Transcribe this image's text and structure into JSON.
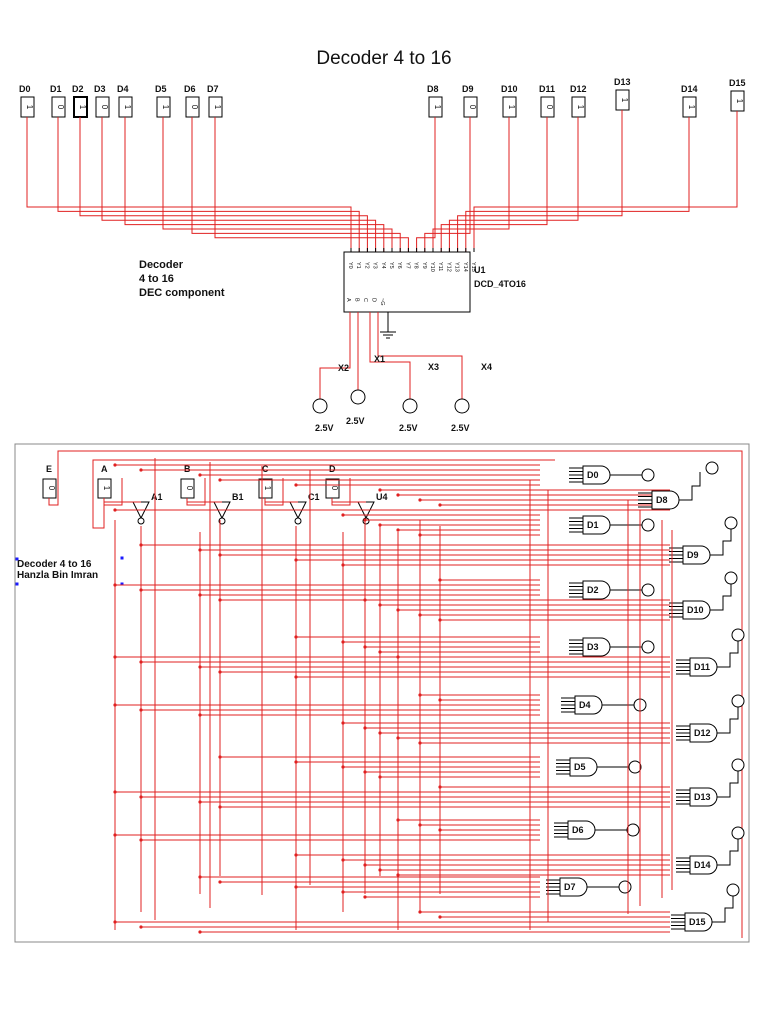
{
  "title": "Decoder 4 to 16",
  "colors": {
    "wire": "#e02020",
    "line": "#000000",
    "frame": "#888888",
    "selection": "#1a1aff"
  },
  "top": {
    "inputs": [
      {
        "label": "D0",
        "value": "1"
      },
      {
        "label": "D1",
        "value": "0"
      },
      {
        "label": "D2",
        "value": "1"
      },
      {
        "label": "D3",
        "value": "0"
      },
      {
        "label": "D4",
        "value": "1"
      },
      {
        "label": "D5",
        "value": "1"
      },
      {
        "label": "D6",
        "value": "0"
      },
      {
        "label": "D7",
        "value": "1"
      },
      {
        "label": "D8",
        "value": "1"
      },
      {
        "label": "D9",
        "value": "0"
      },
      {
        "label": "D10",
        "value": "1"
      },
      {
        "label": "D11",
        "value": "0"
      },
      {
        "label": "D12",
        "value": "1"
      },
      {
        "label": "D13",
        "value": "1"
      },
      {
        "label": "D14",
        "value": "1"
      },
      {
        "label": "D15",
        "value": "1"
      }
    ],
    "decoder": {
      "name": "U1",
      "part": "DCD_4TO16",
      "description": [
        "Decoder",
        "4 to 16",
        "DEC component"
      ],
      "pins_top": [
        "Y0",
        "Y1",
        "Y2",
        "Y3",
        "Y4",
        "Y5",
        "Y6",
        "Y7",
        "Y8",
        "Y9",
        "Y10",
        "Y11",
        "Y12",
        "Y13",
        "Y14",
        "Y15"
      ],
      "pins_bottom": [
        "A",
        "B",
        "C",
        "D",
        "~G"
      ]
    },
    "probes": [
      {
        "label": "X2",
        "voltage": "2.5V"
      },
      {
        "label": "X1",
        "voltage": "2.5V"
      },
      {
        "label": "X3",
        "voltage": "2.5V"
      },
      {
        "label": "X4",
        "voltage": "2.5V"
      }
    ]
  },
  "bottom": {
    "caption": [
      "Decoder 4 to 16",
      "Hanzla Bin Imran"
    ],
    "switches": [
      {
        "label": "E",
        "value": "0"
      },
      {
        "label": "A",
        "value": "1"
      },
      {
        "label": "B",
        "value": "0"
      },
      {
        "label": "C",
        "value": "1"
      },
      {
        "label": "D",
        "value": "0"
      }
    ],
    "inverters": [
      "A1",
      "B1",
      "C1",
      "U4"
    ],
    "gates_left": [
      "D0",
      "D1",
      "D2",
      "D3",
      "D4",
      "D5",
      "D6",
      "D7"
    ],
    "gates_right": [
      "D8",
      "D9",
      "D10",
      "D11",
      "D12",
      "D13",
      "D14",
      "D15"
    ]
  }
}
